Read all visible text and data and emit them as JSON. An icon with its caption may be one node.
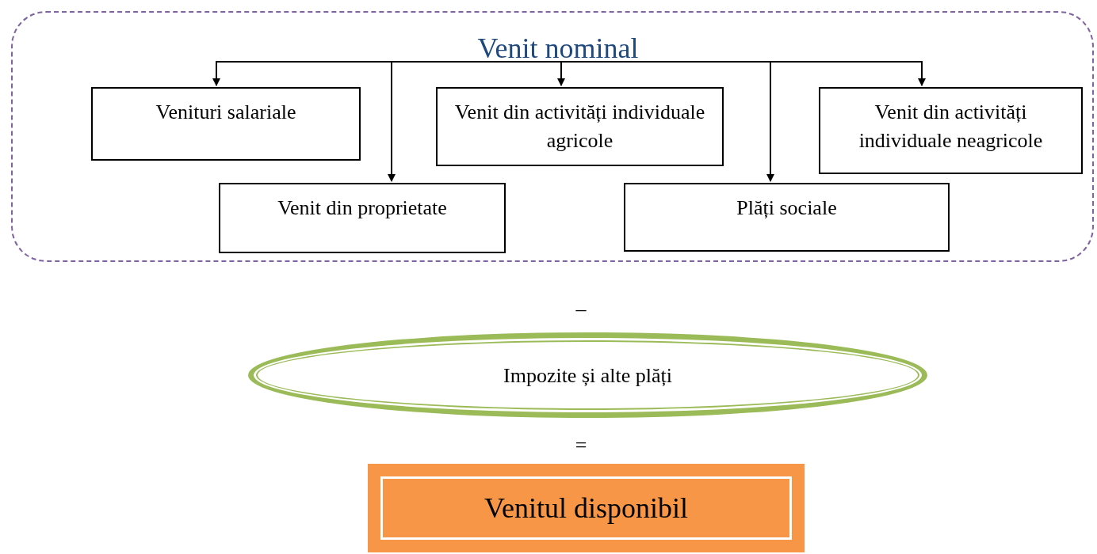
{
  "diagram": {
    "nodes": [
      {
        "text": [],
        "shape": "box"
      },
      {
        "text": [
          "Venit nominal"
        ],
        "in": 0
      },
      {
        "text": [
          "Venituri salariale"
        ],
        "in": 0
      },
      {
        "text": [
          "Venit din activități individuale agricole"
        ],
        "in": 0
      },
      {
        "text": [
          "Venit din activități individuale neagricole"
        ],
        "in": 0
      },
      {
        "text": [
          "Venit din proprietate"
        ],
        "in": 0
      },
      {
        "text": [
          "Plăți sociale"
        ],
        "in": 0
      },
      {
        "text": [
          "Impozite și alte plăți"
        ]
      },
      {
        "text": [
          "Venitul disponibil"
        ]
      }
    ],
    "edges": [
      {
        "from": 1,
        "to": 2,
        "arrow": "to"
      },
      {
        "from": 1,
        "to": 5,
        "arrow": "to"
      },
      {
        "from": 1,
        "to": 3,
        "arrow": "to"
      },
      {
        "from": 1,
        "to": 6,
        "arrow": "to"
      },
      {
        "from": 1,
        "to": 4,
        "arrow": "to"
      }
    ],
    "labels": [
      "–",
      "="
    ]
  }
}
